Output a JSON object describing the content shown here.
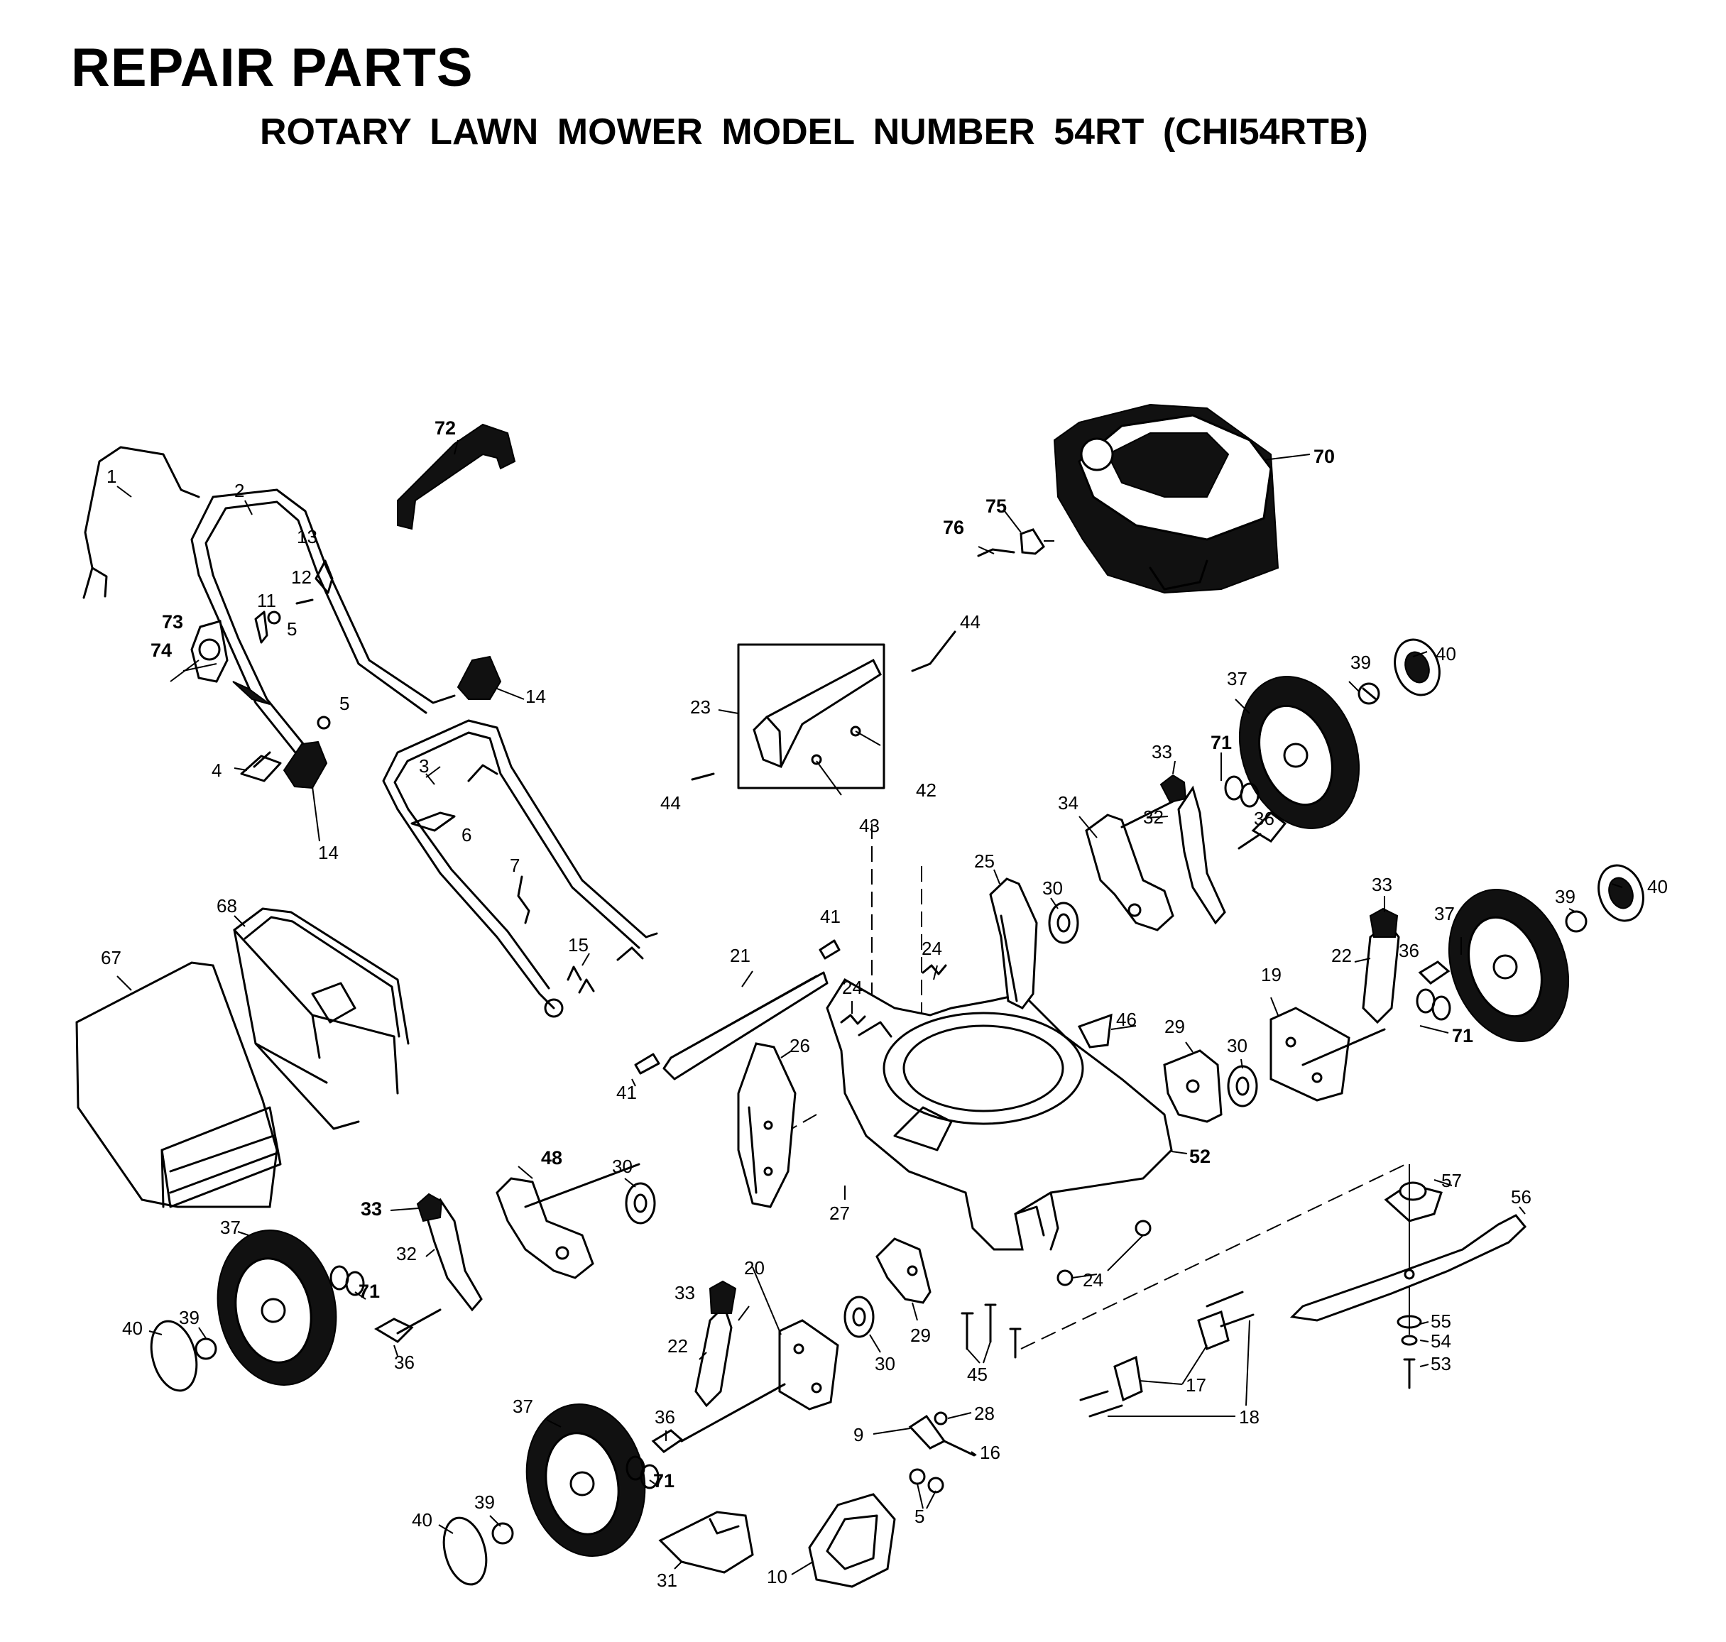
{
  "header": {
    "title": "REPAIR PARTS",
    "subtitle": "ROTARY LAWN MOWER MODEL NUMBER 54RT (CHI54RTB)"
  },
  "callouts": [
    {
      "text": "1"
    },
    {
      "text": "2"
    },
    {
      "text": "72"
    },
    {
      "text": "13"
    },
    {
      "text": "12"
    },
    {
      "text": "11"
    },
    {
      "text": "5"
    },
    {
      "text": "73"
    },
    {
      "text": "74"
    },
    {
      "text": "14"
    },
    {
      "text": "5"
    },
    {
      "text": "4"
    },
    {
      "text": "14"
    },
    {
      "text": "3"
    },
    {
      "text": "6"
    },
    {
      "text": "7"
    },
    {
      "text": "15"
    },
    {
      "text": "68"
    },
    {
      "text": "67"
    },
    {
      "text": "70"
    },
    {
      "text": "75"
    },
    {
      "text": "76"
    },
    {
      "text": "44"
    },
    {
      "text": "23"
    },
    {
      "text": "42"
    },
    {
      "text": "44"
    },
    {
      "text": "43"
    },
    {
      "text": "37"
    },
    {
      "text": "39"
    },
    {
      "text": "40"
    },
    {
      "text": "33"
    },
    {
      "text": "71"
    },
    {
      "text": "32"
    },
    {
      "text": "34"
    },
    {
      "text": "36"
    },
    {
      "text": "25"
    },
    {
      "text": "30"
    },
    {
      "text": "33"
    },
    {
      "text": "37"
    },
    {
      "text": "39"
    },
    {
      "text": "40"
    },
    {
      "text": "22"
    },
    {
      "text": "36"
    },
    {
      "text": "19"
    },
    {
      "text": "71"
    },
    {
      "text": "41"
    },
    {
      "text": "21"
    },
    {
      "text": "24"
    },
    {
      "text": "24"
    },
    {
      "text": "46"
    },
    {
      "text": "29"
    },
    {
      "text": "30"
    },
    {
      "text": "26"
    },
    {
      "text": "41"
    },
    {
      "text": "52"
    },
    {
      "text": "48"
    },
    {
      "text": "30"
    },
    {
      "text": "33"
    },
    {
      "text": "27"
    },
    {
      "text": "57"
    },
    {
      "text": "56"
    },
    {
      "text": "37"
    },
    {
      "text": "32"
    },
    {
      "text": "71"
    },
    {
      "text": "24"
    },
    {
      "text": "40"
    },
    {
      "text": "39"
    },
    {
      "text": "36"
    },
    {
      "text": "33"
    },
    {
      "text": "20"
    },
    {
      "text": "29"
    },
    {
      "text": "30"
    },
    {
      "text": "22"
    },
    {
      "text": "45"
    },
    {
      "text": "55"
    },
    {
      "text": "54"
    },
    {
      "text": "53"
    },
    {
      "text": "17"
    },
    {
      "text": "18"
    },
    {
      "text": "37"
    },
    {
      "text": "36"
    },
    {
      "text": "28"
    },
    {
      "text": "9"
    },
    {
      "text": "16"
    },
    {
      "text": "71"
    },
    {
      "text": "5"
    },
    {
      "text": "40"
    },
    {
      "text": "39"
    },
    {
      "text": "31"
    },
    {
      "text": "10"
    }
  ]
}
